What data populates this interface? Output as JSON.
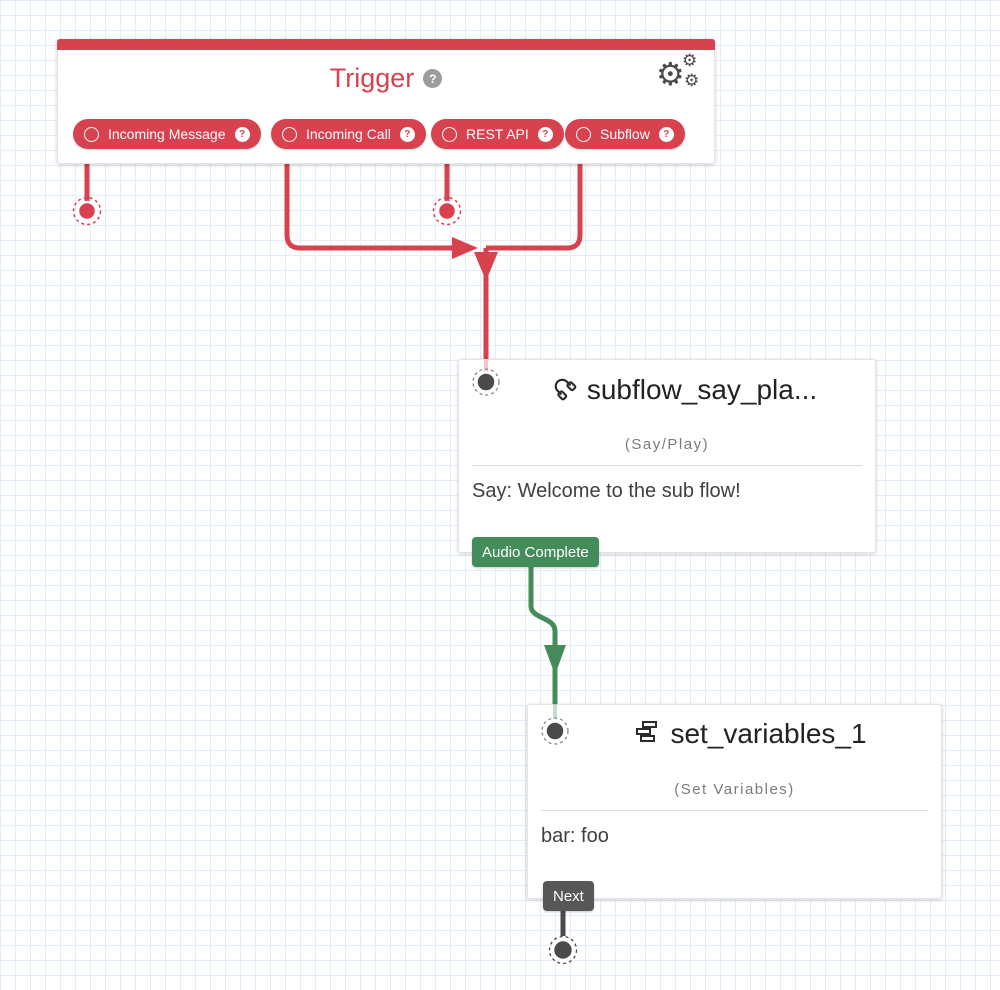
{
  "colors": {
    "accent_red": "#d7424e",
    "accent_green": "#448d5a",
    "dark_gray": "#4a4a4a",
    "grid_blue": "#e3edf9",
    "badge_dark": "#575757"
  },
  "icons": {
    "gear": "⚙",
    "help": "?"
  },
  "trigger": {
    "title": "Trigger",
    "pills": [
      {
        "label": "Incoming Message"
      },
      {
        "label": "Incoming Call"
      },
      {
        "label": "REST API"
      },
      {
        "label": "Subflow"
      }
    ]
  },
  "widgets": {
    "say_play": {
      "title": "subflow_say_pla...",
      "type_label": "(Say/Play)",
      "body": "Say: Welcome to the sub flow!",
      "transition": "Audio Complete"
    },
    "set_variables": {
      "title": "set_variables_1",
      "type_label": "(Set Variables)",
      "body": "bar: foo",
      "transition": "Next"
    }
  }
}
